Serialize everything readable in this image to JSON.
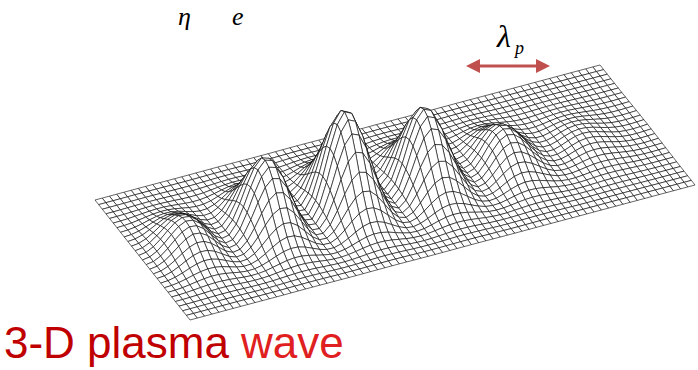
{
  "diagram": {
    "labels": [
      "η",
      "e",
      "λ",
      "p",
      "3-D plasma",
      "wave"
    ]
  }
}
